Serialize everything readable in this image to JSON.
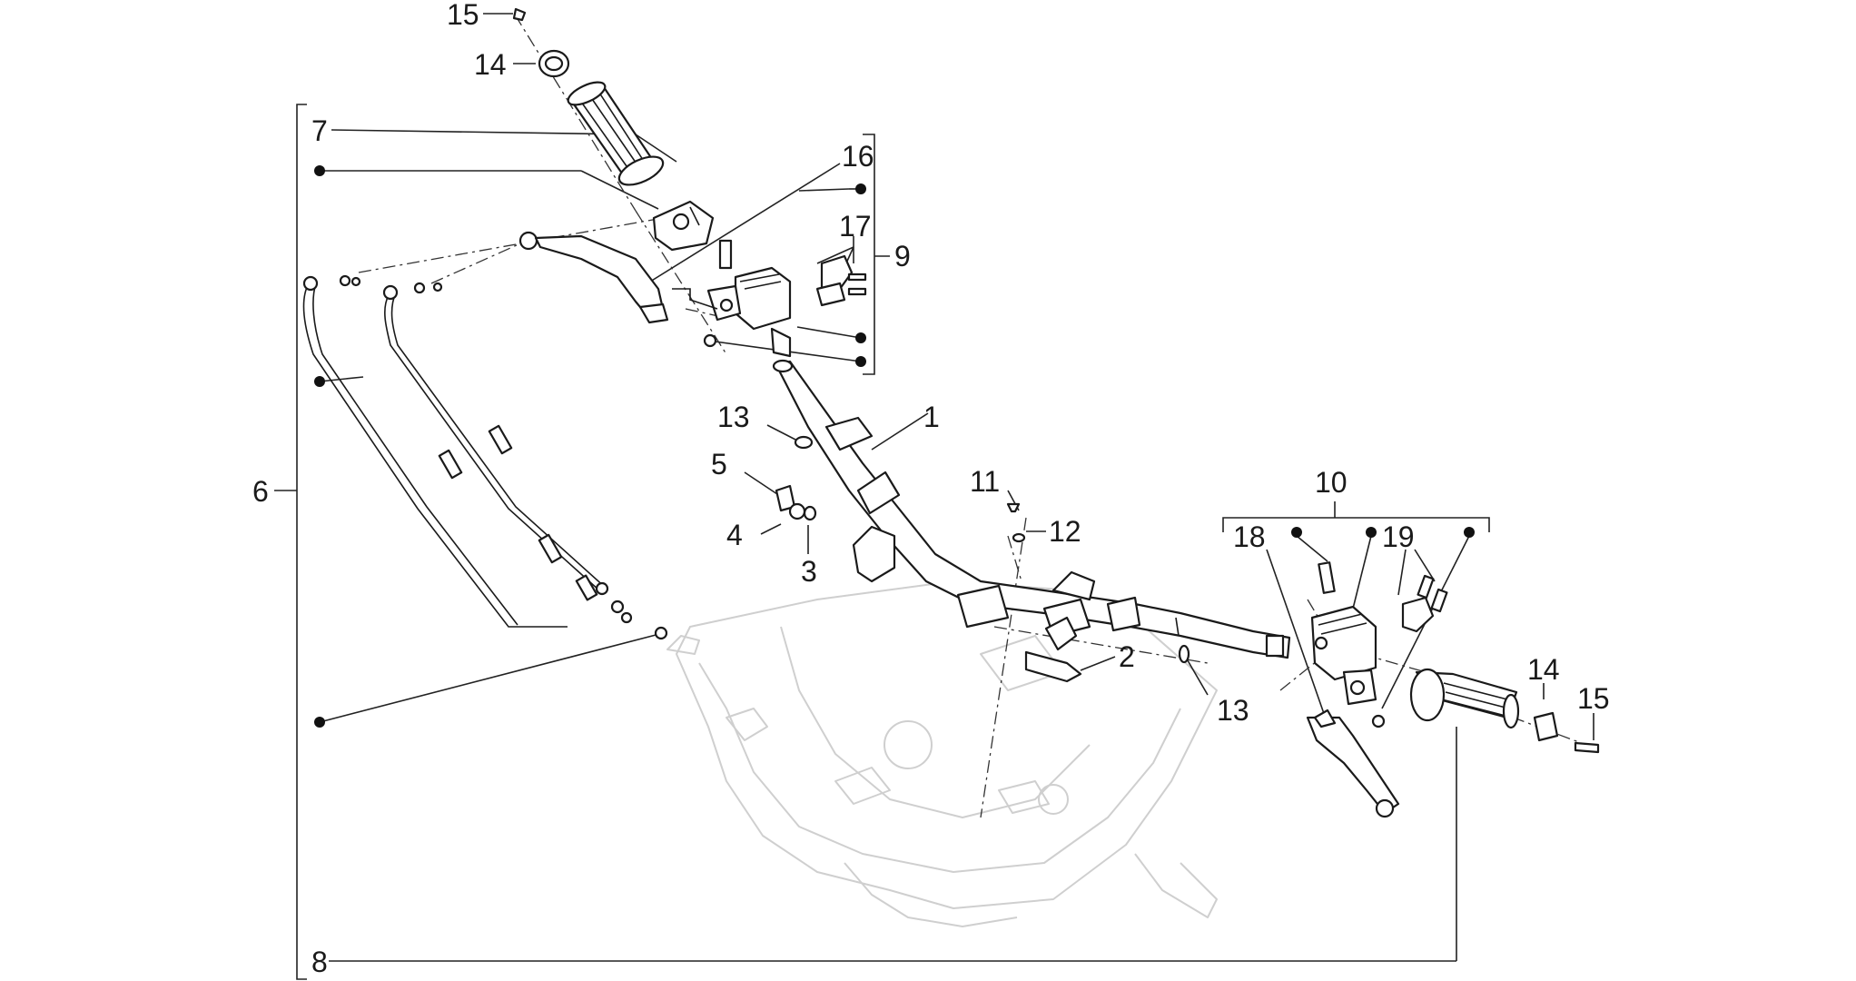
{
  "diagram": {
    "callouts": [
      {
        "id": "c15a",
        "text": "15"
      },
      {
        "id": "c14a",
        "text": "14"
      },
      {
        "id": "c7",
        "text": "7"
      },
      {
        "id": "c16",
        "text": "16"
      },
      {
        "id": "c17",
        "text": "17"
      },
      {
        "id": "c9",
        "text": "9"
      },
      {
        "id": "c6",
        "text": "6"
      },
      {
        "id": "c13a",
        "text": "13"
      },
      {
        "id": "c1",
        "text": "1"
      },
      {
        "id": "c5",
        "text": "5"
      },
      {
        "id": "c4",
        "text": "4"
      },
      {
        "id": "c3",
        "text": "3"
      },
      {
        "id": "c11",
        "text": "11"
      },
      {
        "id": "c12",
        "text": "12"
      },
      {
        "id": "c10",
        "text": "10"
      },
      {
        "id": "c18",
        "text": "18"
      },
      {
        "id": "c19",
        "text": "19"
      },
      {
        "id": "c2",
        "text": "2"
      },
      {
        "id": "c13b",
        "text": "13"
      },
      {
        "id": "c14b",
        "text": "14"
      },
      {
        "id": "c15b",
        "text": "15"
      },
      {
        "id": "c8",
        "text": "8"
      }
    ],
    "colors": {
      "line": "#1a1a1a",
      "ghost": "#cfcfcf",
      "background": "#ffffff"
    }
  }
}
